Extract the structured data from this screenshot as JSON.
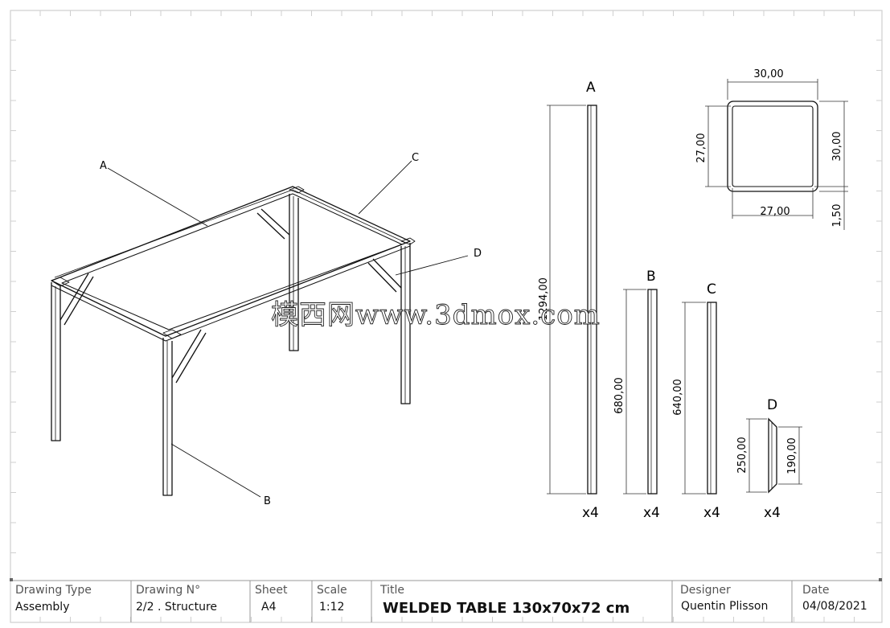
{
  "drawing": {
    "iso_labels": {
      "a": "A",
      "b": "B",
      "c": "C",
      "d": "D"
    },
    "parts": [
      {
        "letter": "A",
        "length": "1294,00",
        "qty": "x4"
      },
      {
        "letter": "B",
        "length": "680,00",
        "qty": "x4"
      },
      {
        "letter": "C",
        "length": "640,00",
        "qty": "x4"
      },
      {
        "letter": "D",
        "length_outer": "250,00",
        "length_inner": "190,00",
        "qty": "x4"
      }
    ],
    "section": {
      "outer_width": "30,00",
      "outer_height": "30,00",
      "inner_height": "27,00",
      "inner_width": "27,00",
      "wall": "1,50"
    },
    "watermark": "模西网www.3dmox.com"
  },
  "title_block": {
    "drawing_type_label": "Drawing Type",
    "drawing_type": "Assembly",
    "drawing_no_label": "Drawing N°",
    "drawing_no": "2/2 . Structure",
    "sheet_label": "Sheet",
    "sheet": "A4",
    "scale_label": "Scale",
    "scale": "1:12",
    "title_label": "Title",
    "title": "WELDED TABLE 130x70x72 cm",
    "designer_label": "Designer",
    "designer": "Quentin Plisson",
    "date_label": "Date",
    "date": "04/08/2021"
  }
}
